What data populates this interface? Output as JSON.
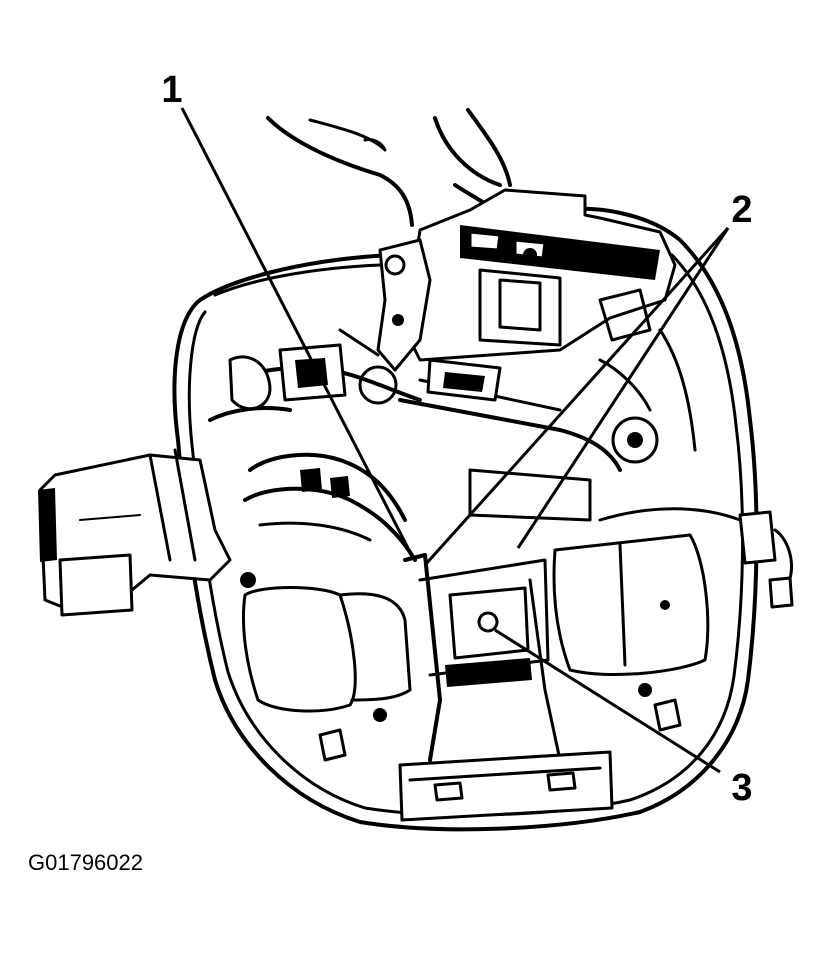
{
  "callouts": {
    "c1": "1",
    "c2": "2",
    "c3": "3"
  },
  "figure_id": "G01796022"
}
